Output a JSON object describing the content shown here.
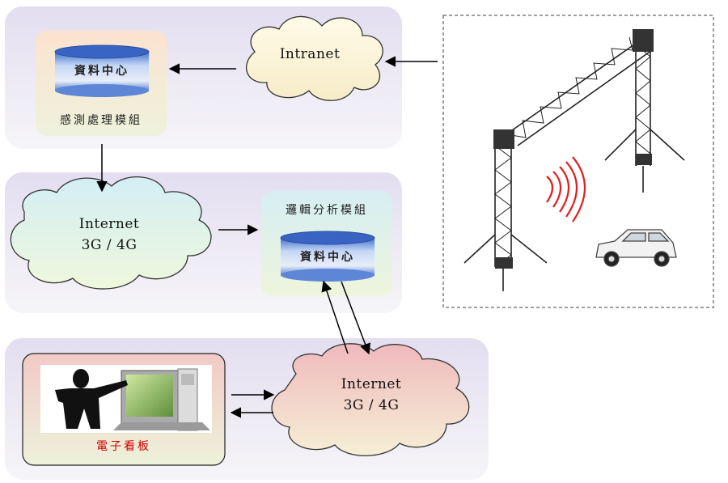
{
  "panel1": {
    "module_label": "感測處理模組",
    "db_label": "資料中心",
    "cloud_label": "Intranet"
  },
  "panel2": {
    "cloud_label": "Internet\n3G / 4G",
    "module_label": "邏輯分析模組",
    "db_label": "資料中心"
  },
  "panel3": {
    "board_label": "電子看板",
    "cloud_label": "Internet\n3G / 4G"
  },
  "colors": {
    "panel_bg": "#ece9f2",
    "cloud_intranet": "#fdf5dc",
    "cloud_internet_mid": "#dff1ee",
    "cloud_internet_bottom": "#f1c9c9",
    "board_label": "#d00000",
    "wave": "#e02020"
  },
  "icons": [
    "database-icon",
    "gantry-truss-icon",
    "car-icon",
    "signal-wave-icon",
    "person-display-icon"
  ]
}
